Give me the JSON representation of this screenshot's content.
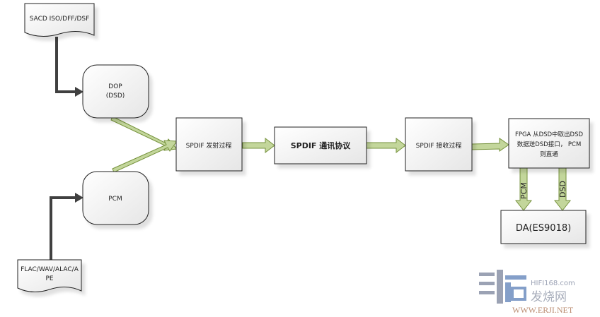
{
  "nodes": {
    "sacd": "SACD ISO/DFF/DSF",
    "dop_line1": "DOP",
    "dop_line2": "(DSD)",
    "pcm": "PCM",
    "flac_line1": "FLAC/WAV/ALAC/A",
    "flac_line2": "PE",
    "spdif_tx": "SPDIF 发射过程",
    "spdif_protocol": "SPDIF 通讯协议",
    "spdif_rx": "SPDIF 接收过程",
    "fpga_line1": "FPGA 从DSD中取出DSD",
    "fpga_line2": "数据送DSD接口， PCM",
    "fpga_line3": "则直通",
    "da": "DA(ES9018)"
  },
  "edge_labels": {
    "pcm": "PCM",
    "dsd": "DSD"
  },
  "watermark": {
    "site": "HIFI168.com",
    "name": "发烧网",
    "url": "WWW.ERJI.NET"
  },
  "colors": {
    "arrow_fill": "#c3d69b",
    "arrow_stroke": "#76923c",
    "connector": "#404040"
  }
}
